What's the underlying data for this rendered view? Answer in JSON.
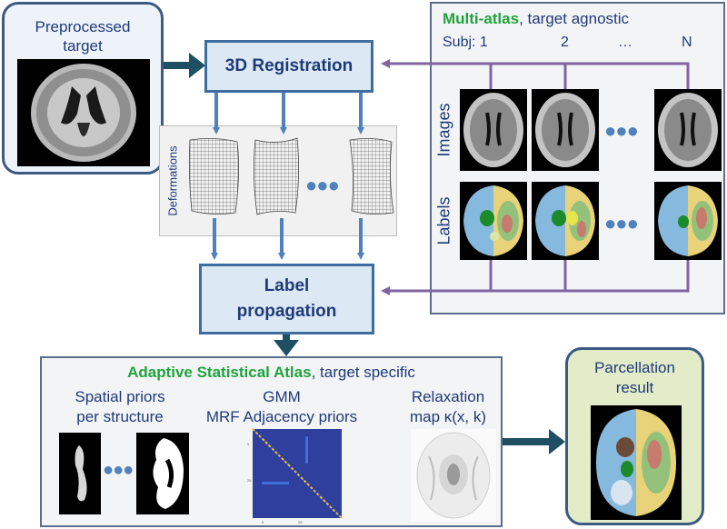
{
  "target": {
    "title_line1": "Preprocessed",
    "title_line2": "target"
  },
  "registration": {
    "label": "3D Registration"
  },
  "deformations": {
    "label": "Deformations",
    "ellipsis": "●●●"
  },
  "propagation": {
    "line1": "Label",
    "line2": "propagation"
  },
  "multi_atlas": {
    "title_bold": "Multi-atlas",
    "title_rest": ", target agnostic",
    "subj_label": "Subj: 1",
    "subj_2": "2",
    "subj_dots": "…",
    "subj_n": "N",
    "images_label": "Images",
    "labels_label": "Labels",
    "ellipsis": "●●●"
  },
  "adaptive_atlas": {
    "title_bold": "Adaptive Statistical Atlas",
    "title_rest": ", target specific",
    "spatial_line1": "Spatial priors",
    "spatial_line2": "per structure",
    "gmm_line1": "GMM",
    "gmm_line2": "MRF Adjacency priors",
    "relax_line1": "Relaxation",
    "relax_line2": "map κ(x, k)",
    "ellipsis": "●●●"
  },
  "parcellation": {
    "line1": "Parcellation",
    "line2": "result"
  },
  "colors": {
    "green_accent": "#21a33c",
    "dark_teal_arrow": "#1e4f62",
    "blue_arrow": "#4f81bd",
    "purple_arrow": "#8064a2"
  }
}
